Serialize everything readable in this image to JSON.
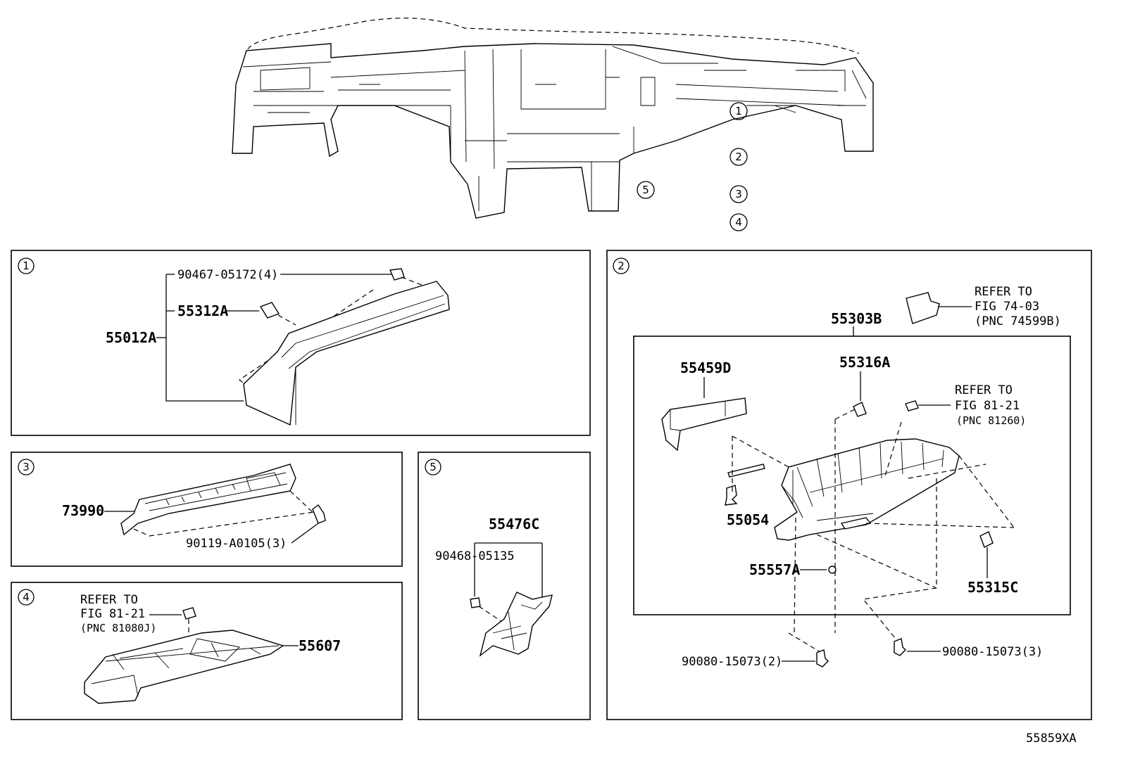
{
  "overview": {
    "callouts": [
      "1",
      "2",
      "3",
      "4",
      "5"
    ]
  },
  "panels": {
    "p1": {
      "num": "1",
      "labels": {
        "clip": "90467-05172(4)",
        "retainer": "55312A",
        "assembly": "55012A"
      }
    },
    "p2": {
      "num": "2",
      "refer_top": [
        "REFER TO",
        "FIG 74-03",
        "(PNC 74599B)"
      ],
      "assembly": "55303B",
      "labels": {
        "p55459d": "55459D",
        "p55316a": "55316A",
        "p55054": "55054",
        "p55557a": "55557A",
        "p55315c": "55315C",
        "screw_left": "90080-15073(2)",
        "screw_right": "90080-15073(3)"
      },
      "refer_mid": [
        "REFER TO",
        "FIG 81-21",
        "(PNC 81260)"
      ]
    },
    "p3": {
      "num": "3",
      "labels": {
        "part": "73990",
        "screw": "90119-A0105(3)"
      }
    },
    "p4": {
      "num": "4",
      "refer": [
        "REFER TO",
        "FIG 81-21",
        "(PNC 81080J)"
      ],
      "labels": {
        "part": "55607"
      }
    },
    "p5": {
      "num": "5",
      "labels": {
        "part": "55476C",
        "clip": "90468-05135"
      }
    }
  },
  "footer": {
    "code": "55859XA"
  }
}
